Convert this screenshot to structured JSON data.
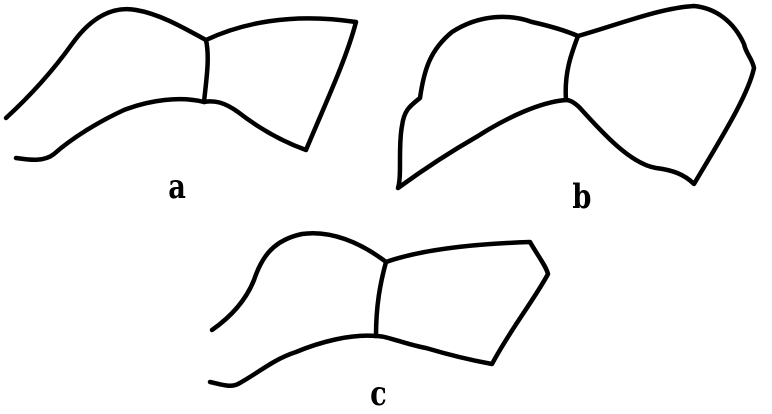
{
  "figures": [
    {
      "id": "a",
      "label": "a"
    },
    {
      "id": "b",
      "label": "b"
    },
    {
      "id": "c",
      "label": "c"
    }
  ],
  "colors": {
    "stroke": "#000000",
    "background": "#ffffff"
  }
}
